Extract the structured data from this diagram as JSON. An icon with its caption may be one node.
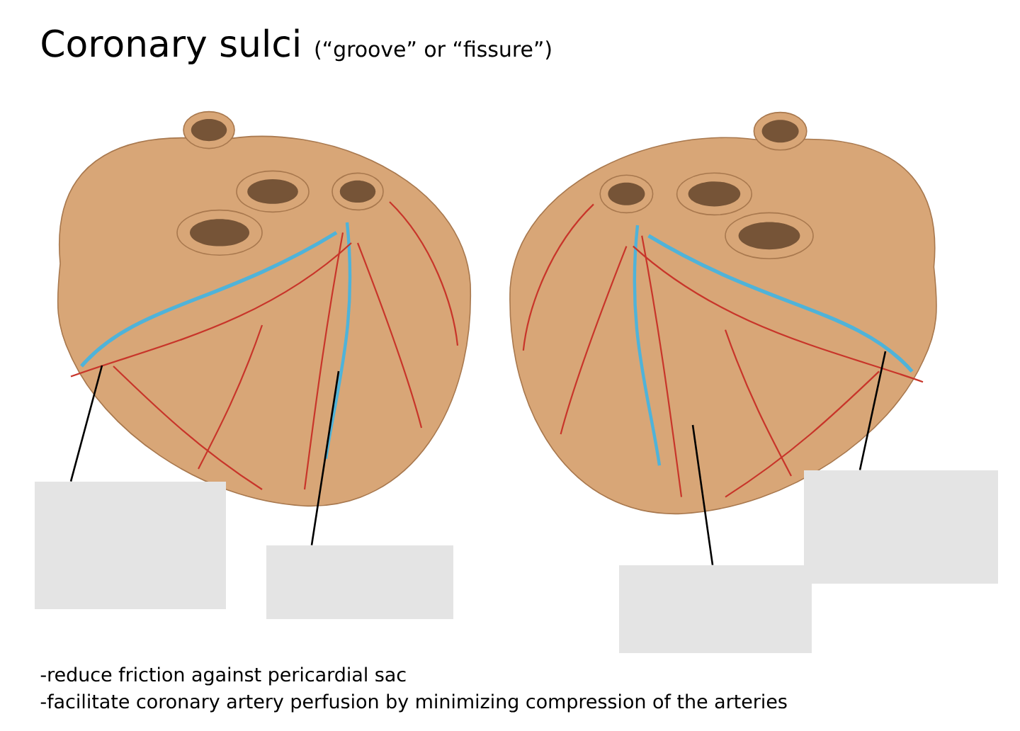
{
  "diagram": {
    "title": "Coronary sulci",
    "nodes": [
      {
        "text": [],
        "shape": "picture"
      },
      {
        "text": [],
        "shape": "picture"
      },
      {
        "text": [],
        "shape": "box"
      },
      {
        "text": [],
        "shape": "box"
      },
      {
        "text": [],
        "shape": "box"
      },
      {
        "text": [],
        "shape": "box"
      }
    ],
    "edges": [
      {
        "from": 2,
        "to": 0,
        "arrow": "none"
      },
      {
        "from": 3,
        "to": 0,
        "arrow": "none"
      },
      {
        "from": 4,
        "to": 1,
        "arrow": "none"
      },
      {
        "from": 5,
        "to": 1,
        "arrow": "none"
      }
    ],
    "labels": [
      "(“groove” or “fissure”)",
      "-reduce friction against pericardial sac",
      "-facilitate coronary artery perfusion by minimizing compression of the arteries"
    ]
  }
}
